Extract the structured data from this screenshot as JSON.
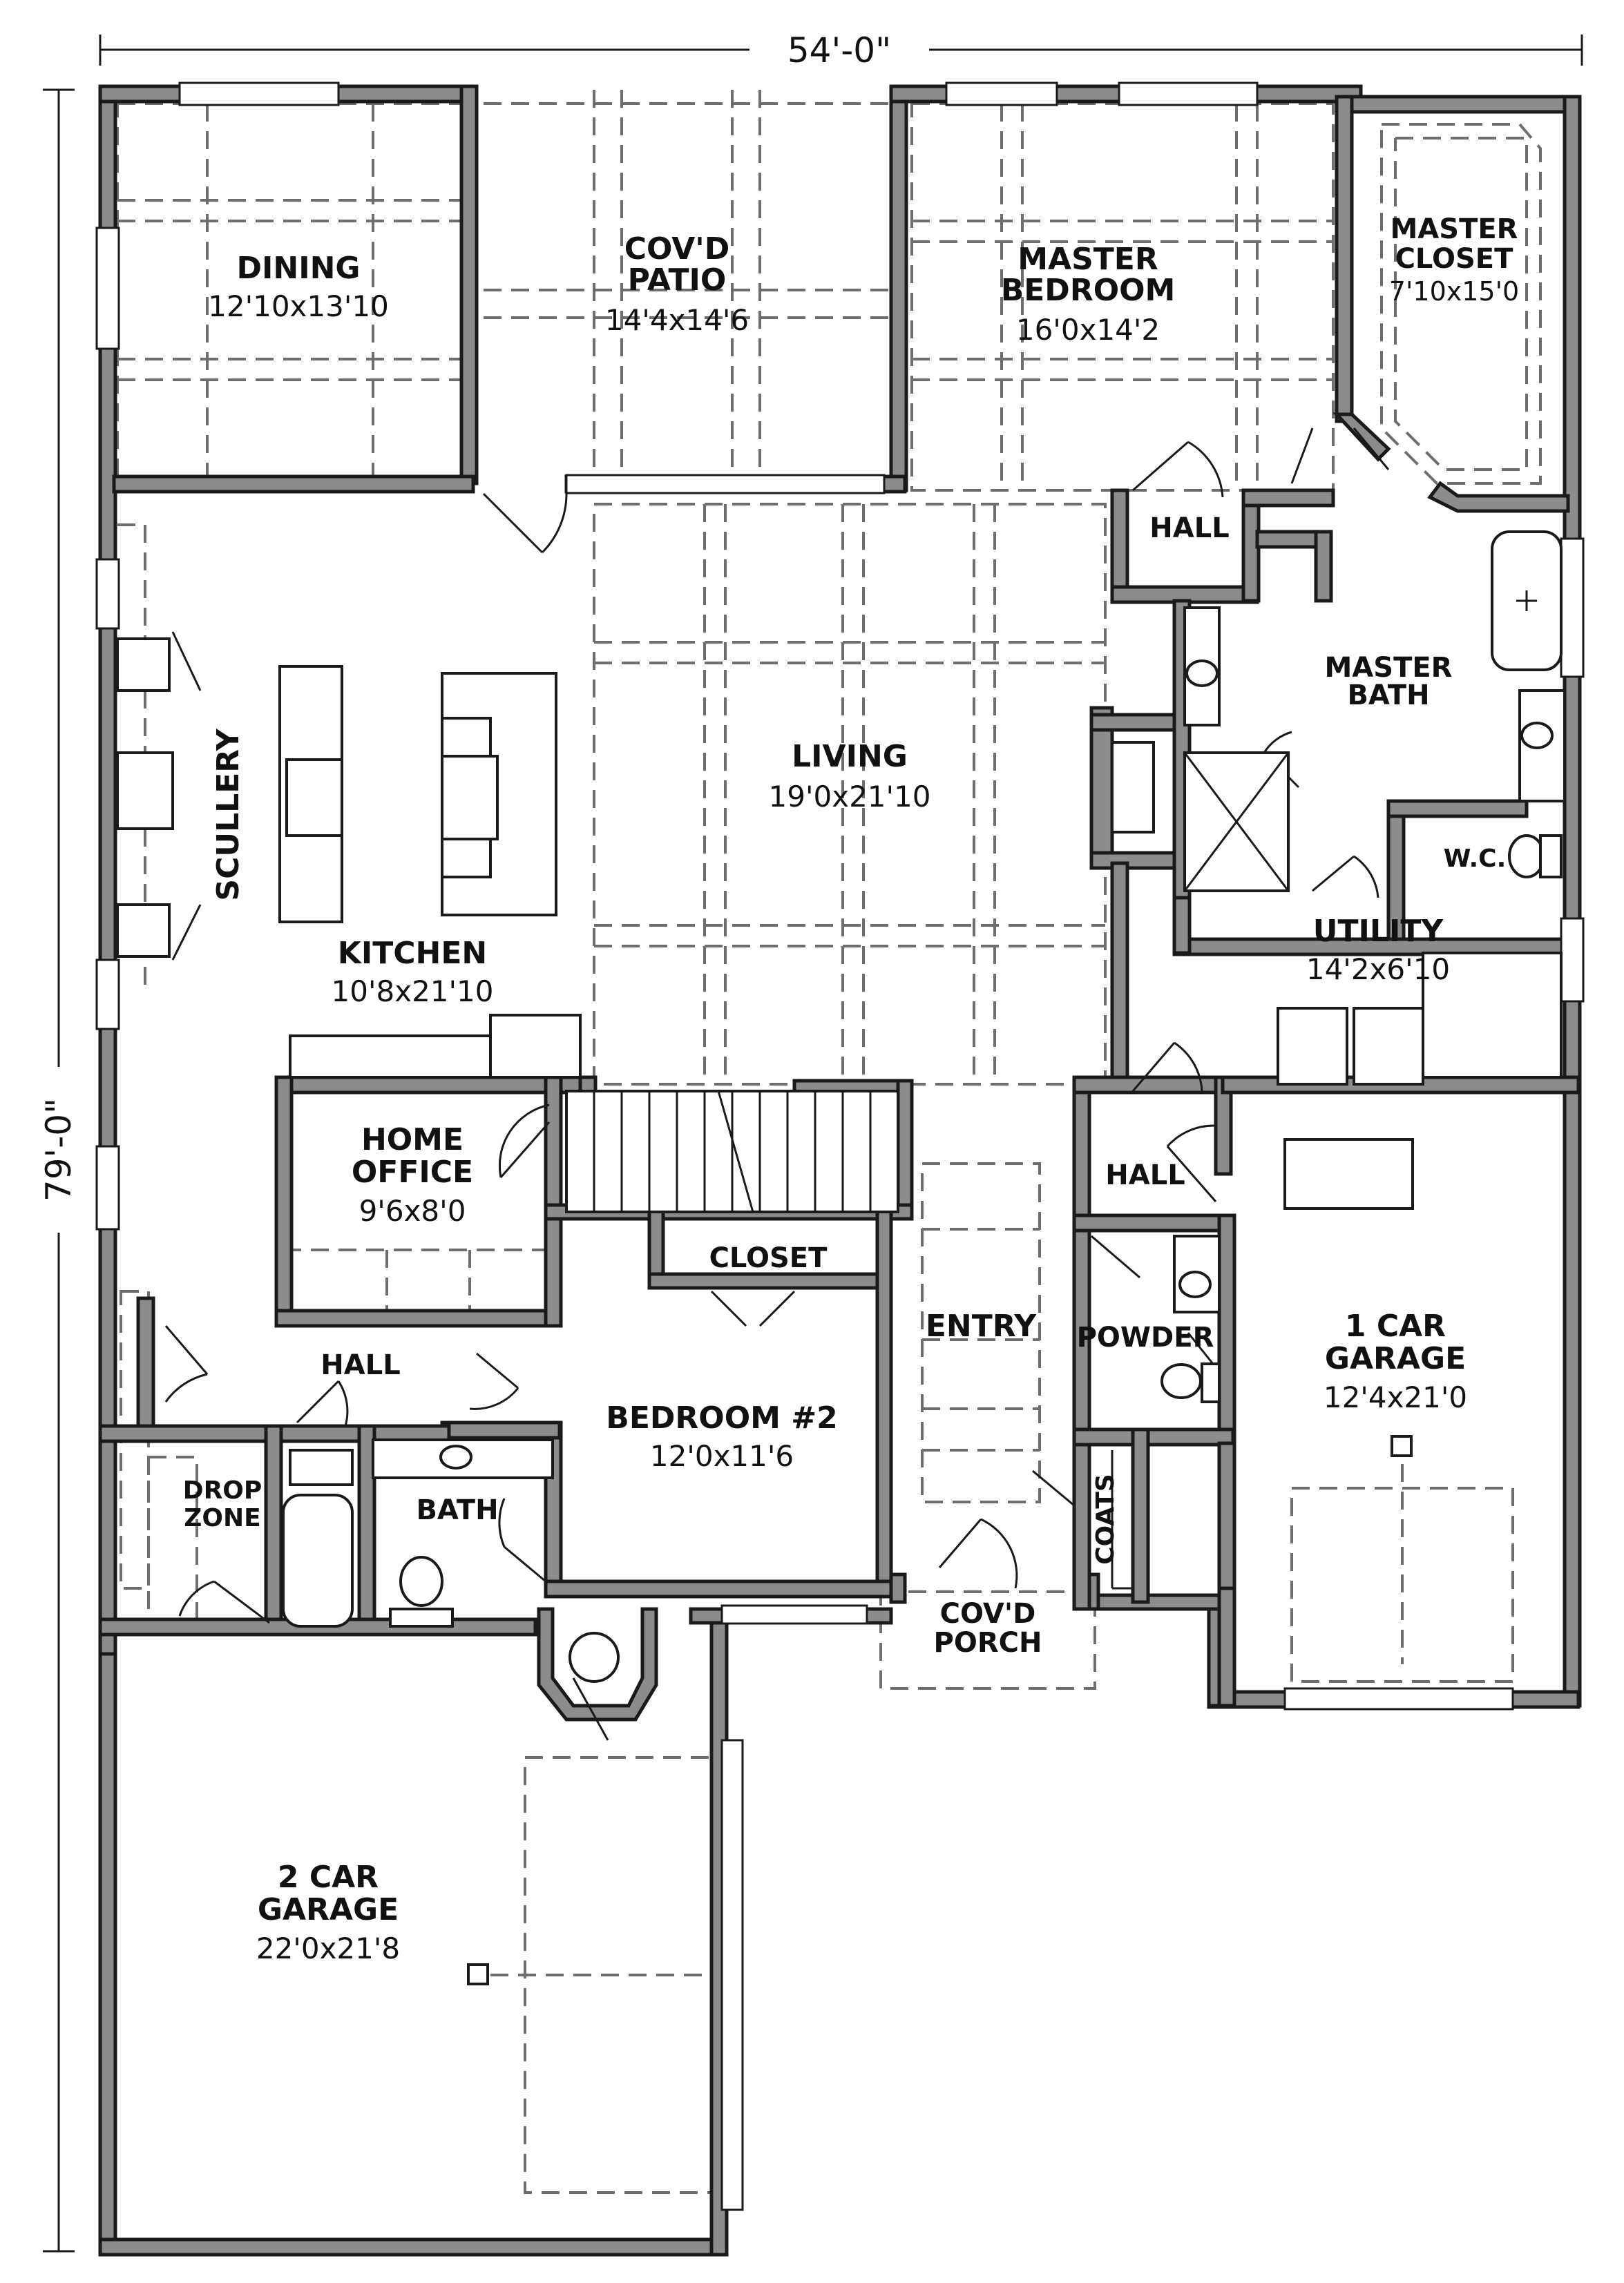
{
  "plan": {
    "overall_width": "54'-0\"",
    "overall_depth": "79'-0\"",
    "rooms": {
      "dining": {
        "name": "DINING",
        "size": "12'10x13'10"
      },
      "patio": {
        "name1": "COV'D",
        "name2": "PATIO",
        "size": "14'4x14'6"
      },
      "master_bedroom": {
        "name1": "MASTER",
        "name2": "BEDROOM",
        "size": "16'0x14'2"
      },
      "master_closet": {
        "name1": "MASTER",
        "name2": "CLOSET",
        "size": "7'10x15'0"
      },
      "hall_master": {
        "name": "HALL"
      },
      "master_bath": {
        "name1": "MASTER",
        "name2": "BATH"
      },
      "scullery": {
        "name": "SCULLERY"
      },
      "living": {
        "name": "LIVING",
        "size": "19'0x21'10"
      },
      "wc": {
        "name": "W.C."
      },
      "kitchen": {
        "name": "KITCHEN",
        "size": "10'8x21'10"
      },
      "utility": {
        "name": "UTILITY",
        "size": "14'2x6'10"
      },
      "home_office": {
        "name1": "HOME",
        "name2": "OFFICE",
        "size": "9'6x8'0"
      },
      "hall_garage": {
        "name": "HALL"
      },
      "closet": {
        "name": "CLOSET"
      },
      "entry": {
        "name": "ENTRY"
      },
      "powder": {
        "name": "POWDER"
      },
      "garage1": {
        "name1": "1 CAR",
        "name2": "GARAGE",
        "size": "12'4x21'0"
      },
      "hall_lower": {
        "name": "HALL"
      },
      "bedroom2": {
        "name": "BEDROOM #2",
        "size": "12'0x11'6"
      },
      "drop_zone": {
        "name1": "DROP",
        "name2": "ZONE"
      },
      "bath": {
        "name": "BATH"
      },
      "coats": {
        "name": "COATS"
      },
      "porch": {
        "name1": "COV'D",
        "name2": "PORCH"
      },
      "garage2": {
        "name1": "2 CAR",
        "name2": "GARAGE",
        "size": "22'0x21'8"
      }
    }
  }
}
